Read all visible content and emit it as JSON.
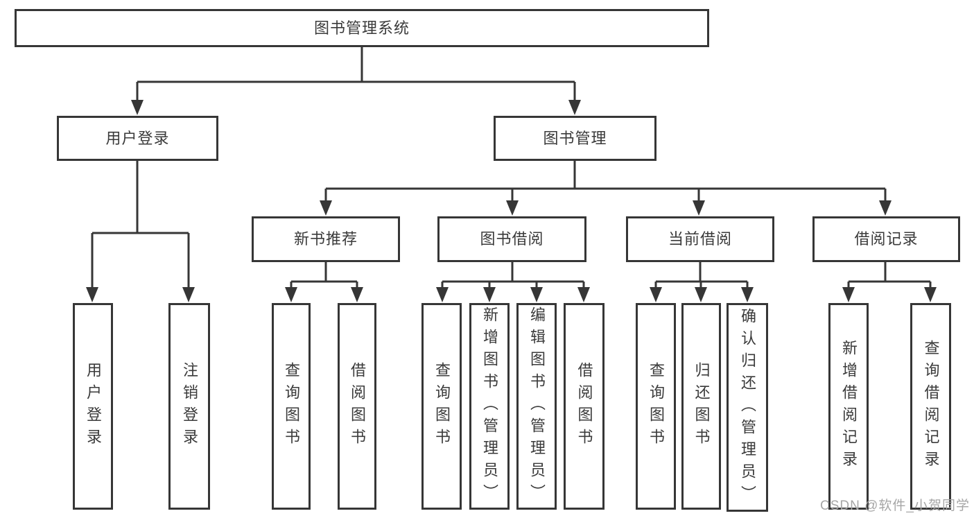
{
  "diagram": {
    "tree": {
      "label": "图书管理系统",
      "children": [
        {
          "label": "用户登录",
          "children": [
            {
              "label": "用户登录"
            },
            {
              "label": "注销登录"
            }
          ]
        },
        {
          "label": "图书管理",
          "children": [
            {
              "label": "新书推荐",
              "children": [
                {
                  "label": "查询图书"
                },
                {
                  "label": "借阅图书"
                }
              ]
            },
            {
              "label": "图书借阅",
              "children": [
                {
                  "label": "查询图书"
                },
                {
                  "label": "新增图书（管理员）"
                },
                {
                  "label": "编辑图书（管理员）"
                },
                {
                  "label": "借阅图书"
                }
              ]
            },
            {
              "label": "当前借阅",
              "children": [
                {
                  "label": "查询图书"
                },
                {
                  "label": "归还图书"
                },
                {
                  "label": "确认归还（管理员）"
                }
              ]
            },
            {
              "label": "借阅记录",
              "children": [
                {
                  "label": "新增借阅记录"
                },
                {
                  "label": "查询借阅记录"
                }
              ]
            }
          ]
        }
      ]
    },
    "watermark": "CSDN @软件_小贺同学",
    "colors": {
      "line": "#363636",
      "text": "#3a3a3a",
      "box_fill": "#ffffff",
      "background": "#ffffff",
      "watermark": "#a6a6a6"
    }
  }
}
